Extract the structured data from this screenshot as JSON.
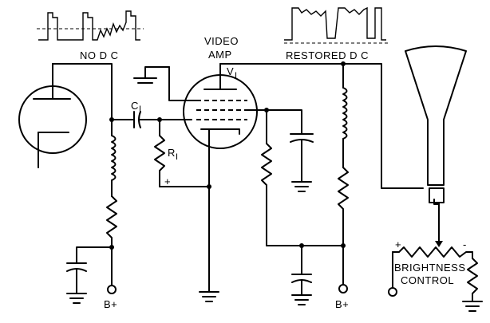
{
  "labels": {
    "no_dc": "NO D C",
    "video": "VIDEO",
    "amp": "AMP",
    "v1": "V",
    "v1_sub": "I",
    "restored_dc": "RESTORED D C",
    "c1": "C",
    "c1_sub": "I",
    "r1": "R",
    "r1_sub": "I",
    "plus": "+",
    "bplus_left": "B+",
    "bplus_right": "B+",
    "brightness": "BRIGHTNESS",
    "control": "CONTROL",
    "pot_plus": "+",
    "pot_minus": "-"
  }
}
